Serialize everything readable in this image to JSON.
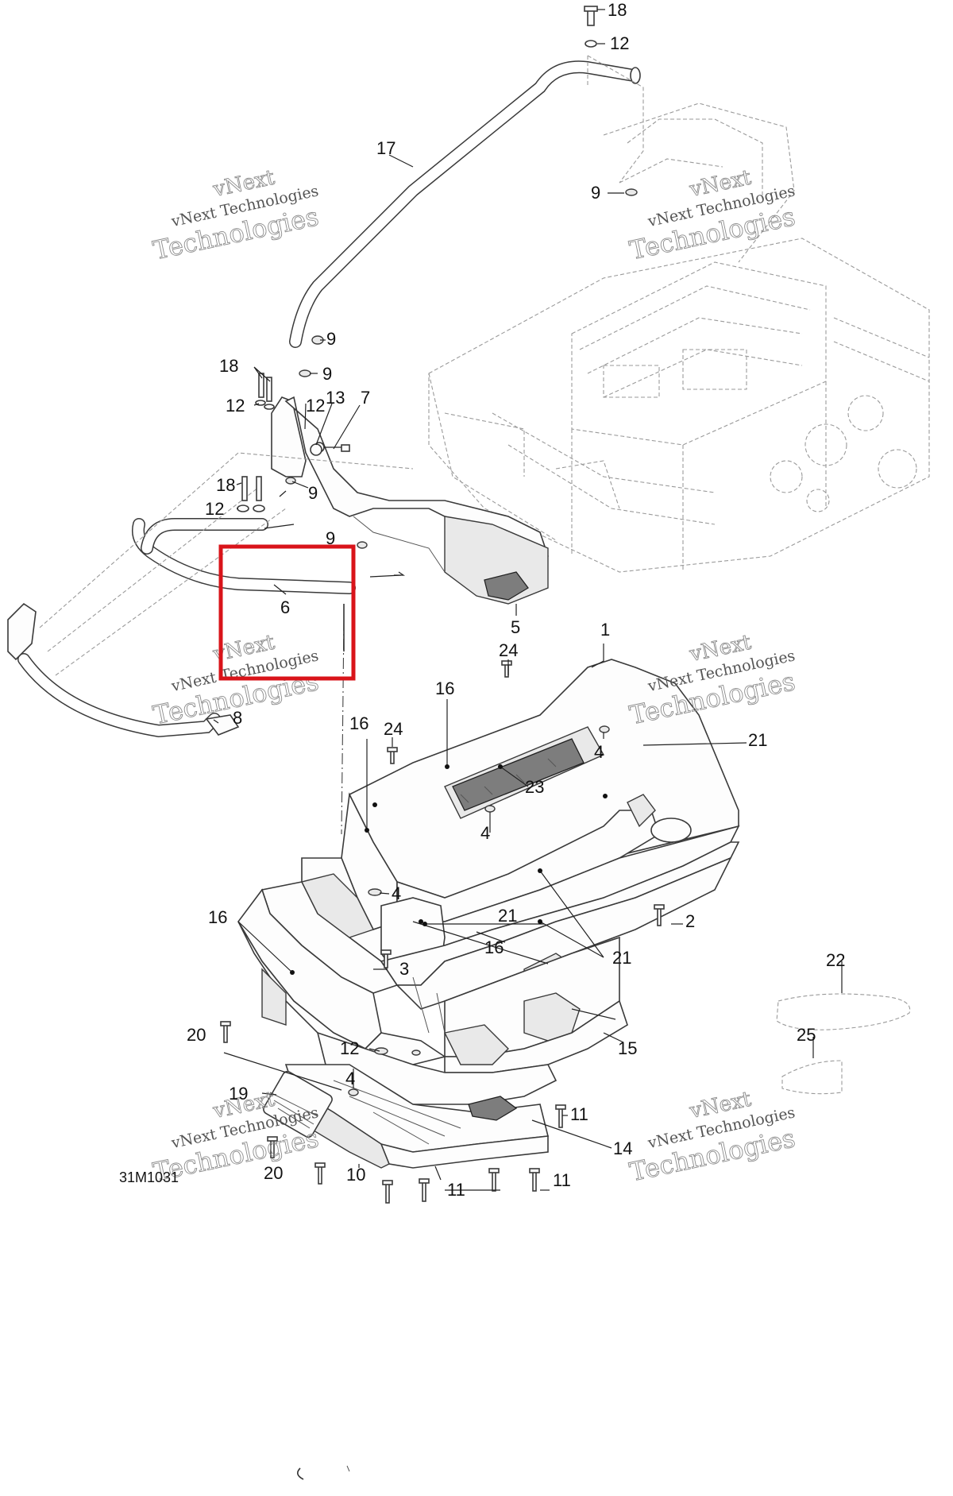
{
  "diagram": {
    "drawing_code": "31M1031",
    "callouts": [
      {
        "id": "c18-top",
        "label": "18"
      },
      {
        "id": "c12-top",
        "label": "12"
      },
      {
        "id": "c17",
        "label": "17"
      },
      {
        "id": "c9-frame",
        "label": "9"
      },
      {
        "id": "c9-a",
        "label": "9"
      },
      {
        "id": "c9-b",
        "label": "9"
      },
      {
        "id": "c18-a",
        "label": "18"
      },
      {
        "id": "c12-a",
        "label": "12"
      },
      {
        "id": "c12-b",
        "label": "12"
      },
      {
        "id": "c13",
        "label": "13"
      },
      {
        "id": "c7",
        "label": "7"
      },
      {
        "id": "c18-b",
        "label": "18"
      },
      {
        "id": "c9-c",
        "label": "9"
      },
      {
        "id": "c12-c",
        "label": "12"
      },
      {
        "id": "c9-d",
        "label": "9"
      },
      {
        "id": "c6",
        "label": "6"
      },
      {
        "id": "c5",
        "label": "5"
      },
      {
        "id": "c8",
        "label": "8"
      },
      {
        "id": "c1",
        "label": "1"
      },
      {
        "id": "c24-a",
        "label": "24"
      },
      {
        "id": "c16-a",
        "label": "16"
      },
      {
        "id": "c16-b",
        "label": "16"
      },
      {
        "id": "c24-b",
        "label": "24"
      },
      {
        "id": "c4-a",
        "label": "4"
      },
      {
        "id": "c21-a",
        "label": "21"
      },
      {
        "id": "c23",
        "label": "23"
      },
      {
        "id": "c4-b",
        "label": "4"
      },
      {
        "id": "c4-c",
        "label": "4"
      },
      {
        "id": "c21-b",
        "label": "21"
      },
      {
        "id": "c2",
        "label": "2"
      },
      {
        "id": "c16-c",
        "label": "16"
      },
      {
        "id": "c16-d",
        "label": "16"
      },
      {
        "id": "c3",
        "label": "3"
      },
      {
        "id": "c21-c",
        "label": "21"
      },
      {
        "id": "c22",
        "label": "22"
      },
      {
        "id": "c25",
        "label": "25"
      },
      {
        "id": "c20-a",
        "label": "20"
      },
      {
        "id": "c12-d",
        "label": "12"
      },
      {
        "id": "c15",
        "label": "15"
      },
      {
        "id": "c4-d",
        "label": "4"
      },
      {
        "id": "c19",
        "label": "19"
      },
      {
        "id": "c11-a",
        "label": "11"
      },
      {
        "id": "c14",
        "label": "14"
      },
      {
        "id": "c20-b",
        "label": "20"
      },
      {
        "id": "c10",
        "label": "10"
      },
      {
        "id": "c11-b",
        "label": "11"
      },
      {
        "id": "c11-c",
        "label": "11"
      }
    ],
    "watermarks": [
      {
        "line1": "vNext",
        "line2": "vNext Technologies",
        "line3": "Technologies"
      },
      {
        "line1": "vNext",
        "line2": "vNext Technologies",
        "line3": "Technologies"
      },
      {
        "line1": "vNext",
        "line2": "vNext Technologies",
        "line3": "Technologies"
      },
      {
        "line1": "vNext",
        "line2": "vNext Technologies",
        "line3": "Technologies"
      },
      {
        "line1": "vNext",
        "line2": "vNext Technologies",
        "line3": "Technologies"
      },
      {
        "line1": "vNext",
        "line2": "vNext Technologies",
        "line3": "Technologies"
      }
    ],
    "highlight": {
      "part": "6",
      "color": "#d9141a"
    }
  }
}
